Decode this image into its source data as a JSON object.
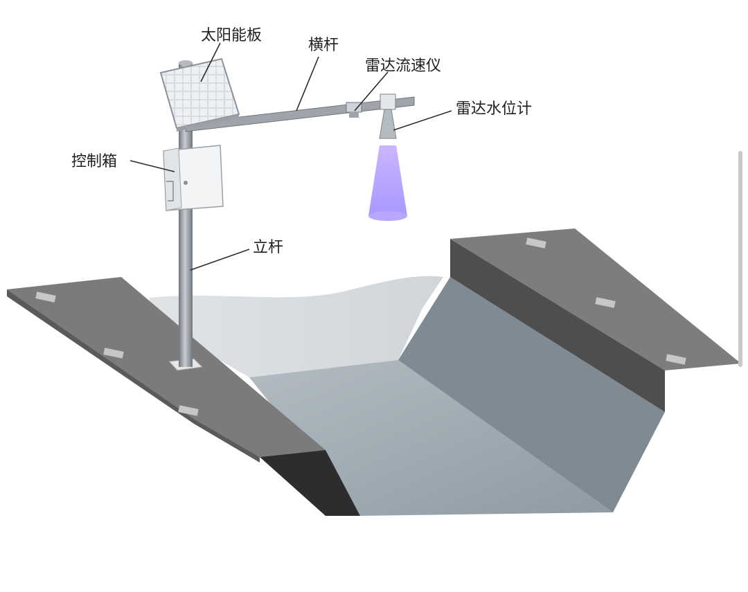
{
  "labels": {
    "solar_panel": "太阳能板",
    "crossbar": "横杆",
    "radar_velocimeter": "雷达流速仪",
    "radar_level_gauge": "雷达水位计",
    "control_box": "控制箱",
    "pole": "立杆"
  },
  "colors": {
    "road": "#7a7a7a",
    "road_dark": "#555555",
    "channel_floor": "#a9b3ba",
    "channel_wall_left": "#2f2f2f",
    "channel_wall_right": "#8a969e",
    "water_surface": "#d6dbde",
    "pole": "#9aa0a6",
    "beam": "#c8a0ff"
  }
}
